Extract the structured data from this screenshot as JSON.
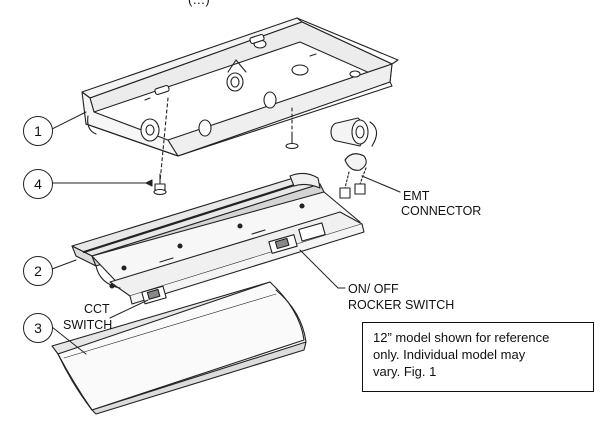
{
  "header_fragment": "(…)",
  "callouts": {
    "c1": "1",
    "c2": "2",
    "c3": "3",
    "c4": "4"
  },
  "labels": {
    "emt_line1": "EMT",
    "emt_line2": "CONNECTOR",
    "onoff_line1": "ON/ OFF",
    "onoff_line2": "ROCKER SWITCH",
    "cct_line1": "CCT",
    "cct_line2": "SWITCH"
  },
  "note": {
    "line1": "12” model shown for reference",
    "line2": "only. Individual model may",
    "line3": "vary. Fig. 1"
  }
}
